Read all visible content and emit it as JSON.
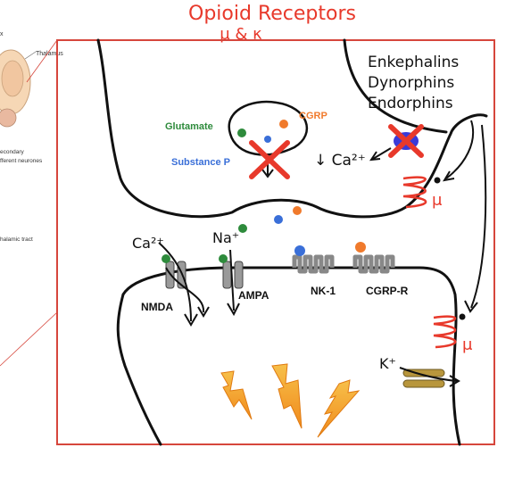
{
  "title": {
    "line1": "Opioid Receptors",
    "line2": "μ & κ"
  },
  "left_panel": {
    "thalamus": "Thalamus",
    "secondary_neurones_line1": "econdary",
    "secondary_neurones_line2": "fferent neurones",
    "tract": "halamic tract",
    "top_label": "x"
  },
  "opioid_list": [
    "Enkephalins",
    "Dynorphins",
    "Endorphins"
  ],
  "neurotransmitters": {
    "glutamate": "Glutamate",
    "cgrp": "CGRP",
    "substance_p": "Substance P"
  },
  "ions": {
    "calcium_presynaptic": "↓ Ca²⁺",
    "calcium_postsynaptic": "Ca²⁺",
    "sodium": "Na⁺",
    "potassium": "K⁺"
  },
  "receptors": {
    "nmda": "NMDA",
    "ampa": "AMPA",
    "nk1": "NK-1",
    "cgrp_r": "CGRP-R",
    "mu_top": "μ",
    "mu_bottom": "μ"
  },
  "colors": {
    "frame": "#d6463c",
    "title": "#e8392b",
    "glutamate": "#2e8b3c",
    "cgrp": "#f07a2c",
    "substance_p": "#3a6fd8",
    "cross": "#e8392b",
    "receptor_gray": "#8a8a8a",
    "channel_gold": "#b8963c",
    "lightning": "#f5a623"
  }
}
